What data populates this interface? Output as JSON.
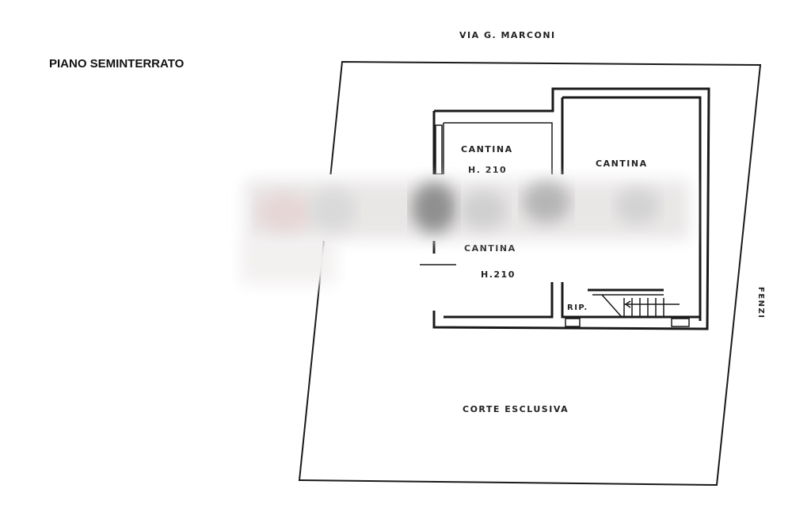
{
  "plan": {
    "title": "PIANO SEMINTERRATO",
    "street_top": "VIA G. MARCONI",
    "street_right": "FENZI",
    "court": "CORTE ESCLUSIVA",
    "rooms": [
      {
        "name": "CANTINA",
        "height": "H. 210"
      },
      {
        "name": "CANTINA",
        "height": ""
      },
      {
        "name": "CANTINA",
        "height": "H.210"
      },
      {
        "name": "RIP.",
        "height": ""
      }
    ]
  },
  "colors": {
    "ink": "#1a1a1a",
    "paper": "#ffffff",
    "redaction": "#b8b8b8"
  }
}
